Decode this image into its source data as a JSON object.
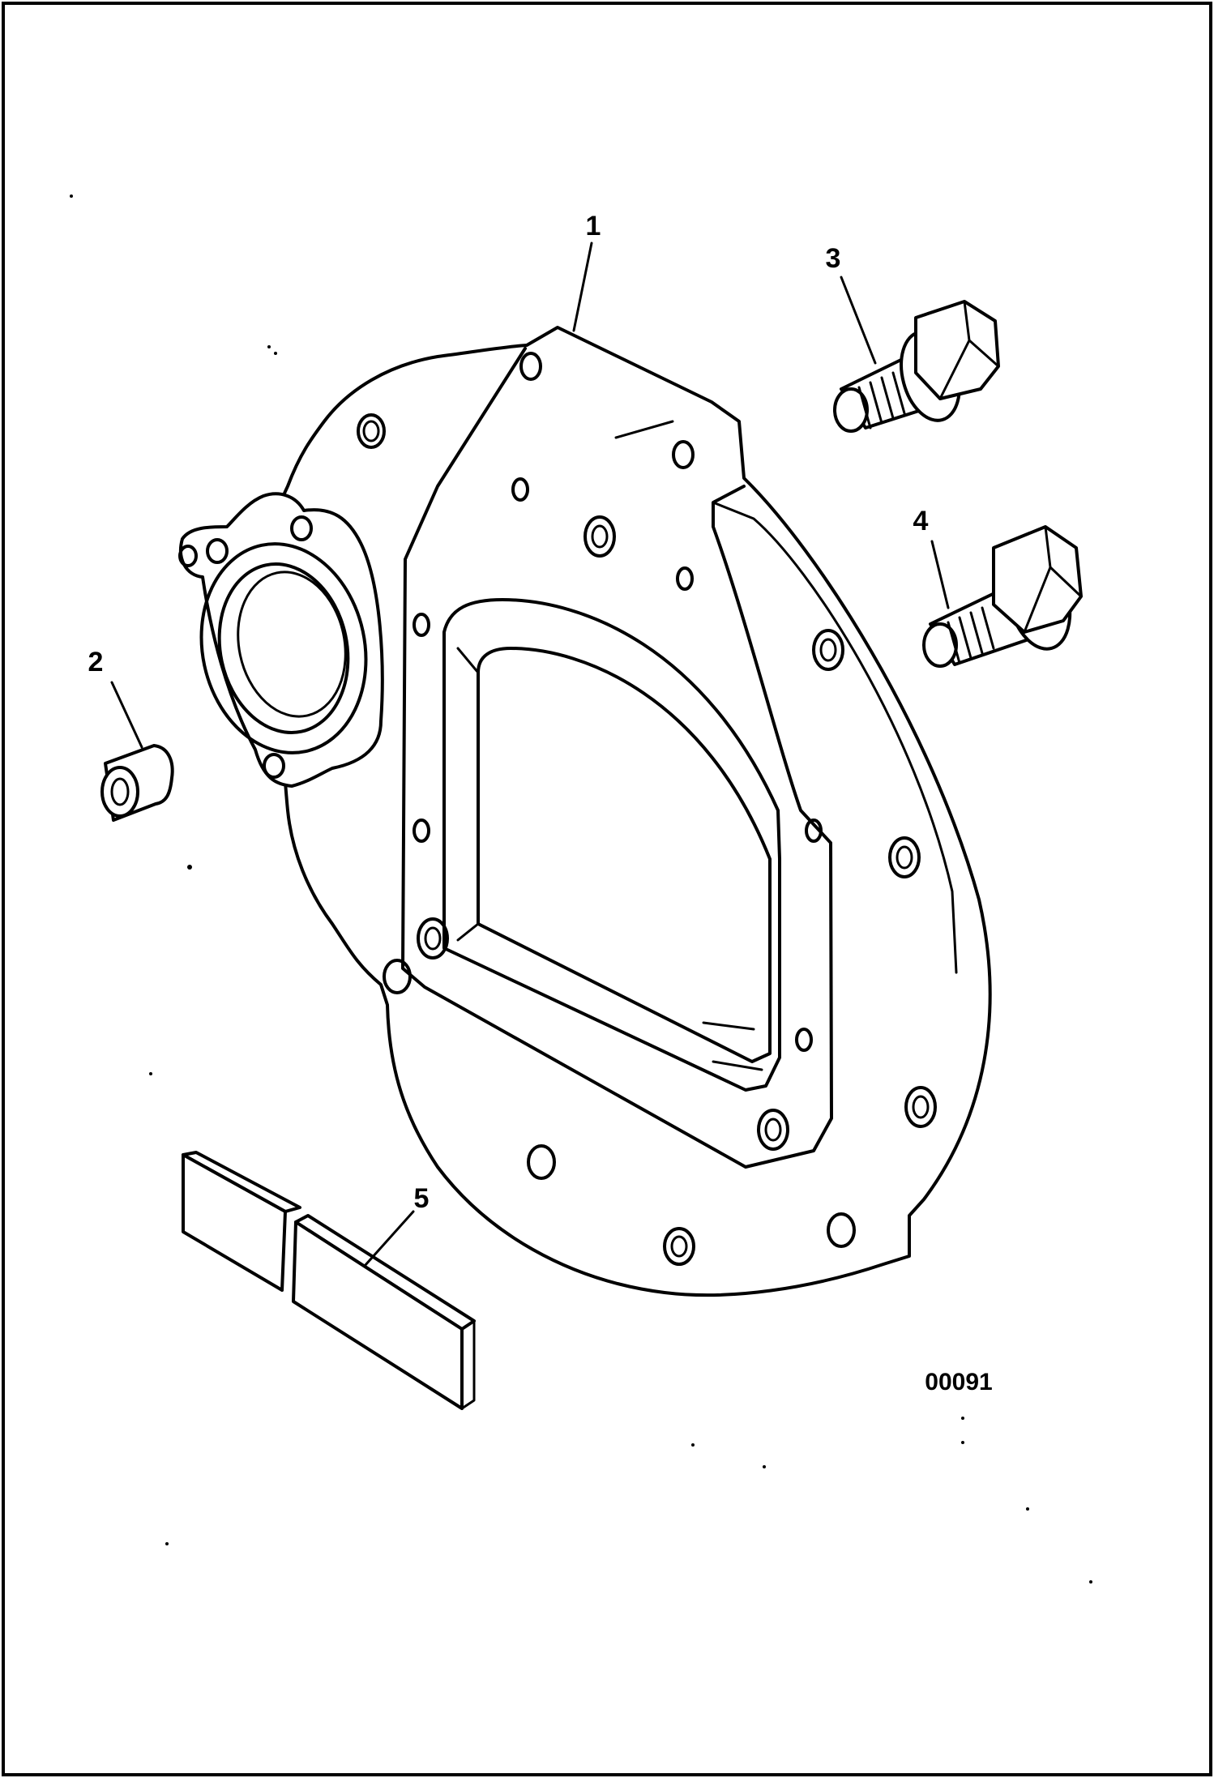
{
  "callouts": {
    "c1": "1",
    "c2": "2",
    "c3": "3",
    "c4": "4",
    "c5": "5"
  },
  "figure_code": "00091",
  "colors": {
    "line": "#000000",
    "background": "#ffffff"
  }
}
